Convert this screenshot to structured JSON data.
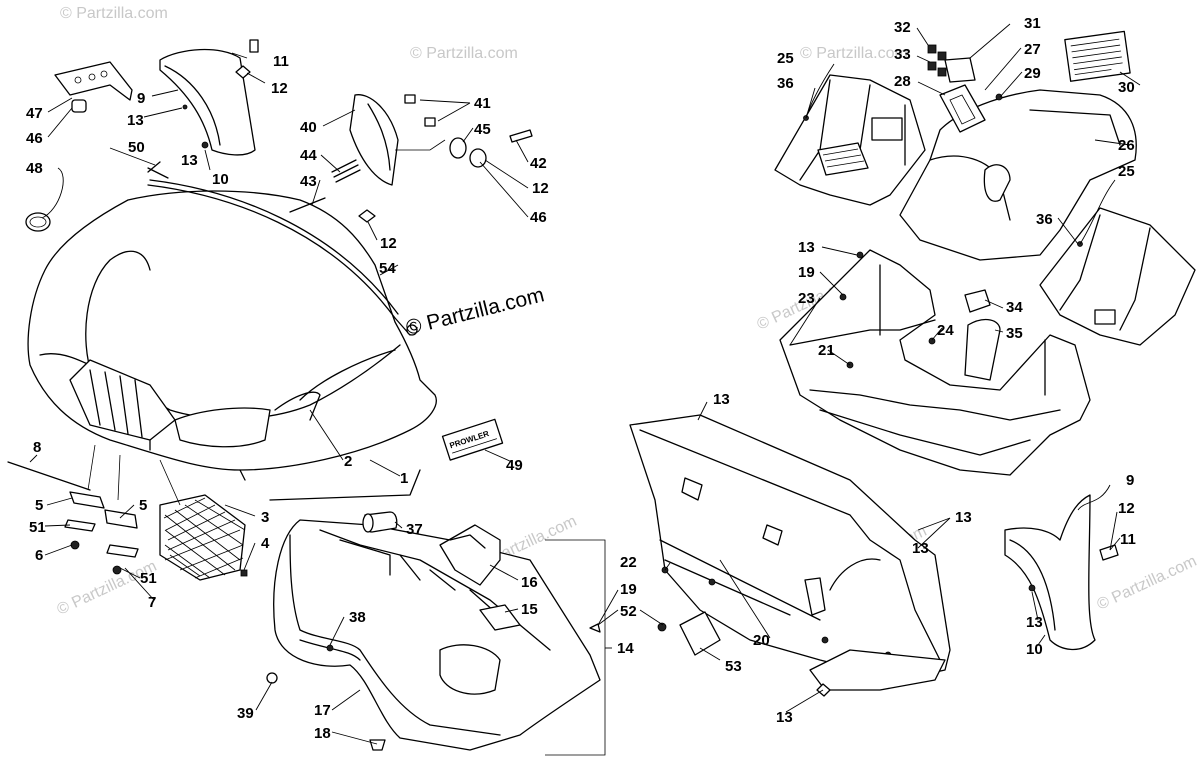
{
  "watermark": {
    "main": "© Partzilla.com",
    "faint": "© Partzilla.com"
  },
  "badge_text": "PROWLER",
  "callouts": [
    "1",
    "2",
    "3",
    "4",
    "5",
    "5",
    "6",
    "7",
    "8",
    "9",
    "9",
    "10",
    "10",
    "11",
    "11",
    "12",
    "12",
    "12",
    "12",
    "13",
    "13",
    "13",
    "13",
    "13",
    "13",
    "13",
    "13",
    "14",
    "15",
    "16",
    "17",
    "18",
    "19",
    "19",
    "20",
    "21",
    "22",
    "23",
    "24",
    "25",
    "25",
    "26",
    "27",
    "28",
    "29",
    "30",
    "31",
    "32",
    "33",
    "34",
    "35",
    "36",
    "36",
    "37",
    "38",
    "39",
    "40",
    "41",
    "42",
    "43",
    "44",
    "45",
    "46",
    "46",
    "47",
    "48",
    "49",
    "50",
    "51",
    "51",
    "52",
    "53",
    "54"
  ]
}
